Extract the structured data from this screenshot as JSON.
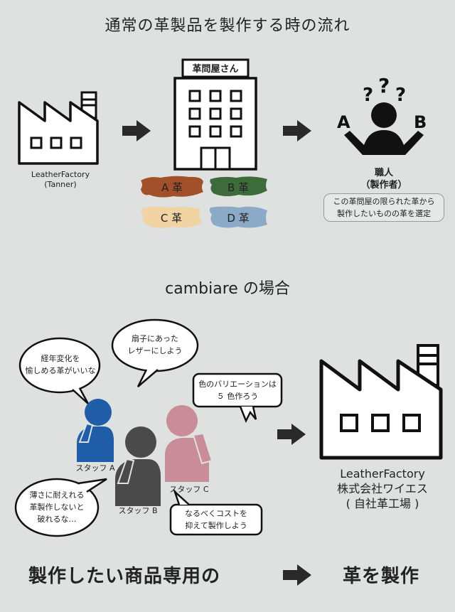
{
  "title_top": "通常の革製品を製作する時の流れ",
  "factory_top": {
    "name": "LeatherFactory",
    "sub": "(Tanner)"
  },
  "shop": {
    "sign": "革問屋さん"
  },
  "leathers": [
    {
      "label": "A 革",
      "color": "#a1502a"
    },
    {
      "label": "B 革",
      "color": "#3e6b3a"
    },
    {
      "label": "C 革",
      "color": "#f2d3a3"
    },
    {
      "label": "D 革",
      "color": "#8aaac8"
    }
  ],
  "craftsman": {
    "title": "職人",
    "sub": "（製作者）",
    "choice_a": "A",
    "choice_b": "B",
    "question": "?",
    "note_line1": "この革問屋の限られた革から",
    "note_line2": "製作したいものの革を選定"
  },
  "title_mid": "cambiare の場合",
  "bubbles": {
    "b1_line1": "経年変化を",
    "b1_line2": "愉しめる革がいいな",
    "b2_line1": "扇子にあった",
    "b2_line2": "レザーにしよう",
    "b3_line1": "色のバリエーションは",
    "b3_line2": "５ 色作ろう",
    "b4_line1": "薄さに耐えれる",
    "b4_line2": "革製作しないと",
    "b4_line3": "破れるな…",
    "b5_line1": "なるべくコストを",
    "b5_line2": "抑えて製作しよう"
  },
  "staff": {
    "a": "スタッフ A",
    "b": "スタッフ B",
    "c": "スタッフ C"
  },
  "staff_colors": {
    "a": "#1f5da8",
    "b": "#4a4a4a",
    "c": "#c98c98"
  },
  "factory_bottom": {
    "line1": "LeatherFactory",
    "line2": "株式会社ワイエス",
    "line3": "( 自社革工場 )"
  },
  "footer": {
    "left": "製作したい商品専用の",
    "right": "革を製作"
  }
}
